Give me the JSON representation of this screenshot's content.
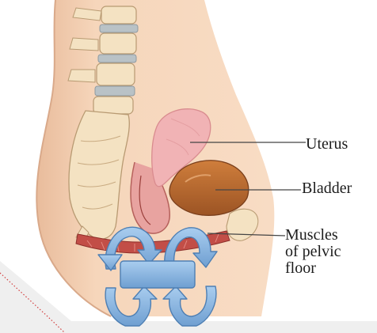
{
  "labels": {
    "uterus": "Uterus",
    "bladder": "Bladder",
    "muscles_line1": "Muscles",
    "muscles_line2": "of pelvic",
    "muscles_line3": "floor"
  },
  "colors": {
    "background": "#ffffff",
    "outer_backdrop": "#efefef",
    "skin": "#f6d6bb",
    "skin_shadow": "#e9bc9c",
    "bone": "#f4e2c2",
    "bone_outline": "#b89a72",
    "disc": "#b9c2c6",
    "uterus": "#f1b3b5",
    "bladder": "#b8682e",
    "muscle": "#c24e47",
    "arrow_fill": "#8fb9e1",
    "arrow_stroke": "#4e7fb3",
    "leader_line": "#444444",
    "dotted_border": "#d34040"
  },
  "icons": [
    "circular-arrow-icon",
    "rectangle-block-icon"
  ]
}
